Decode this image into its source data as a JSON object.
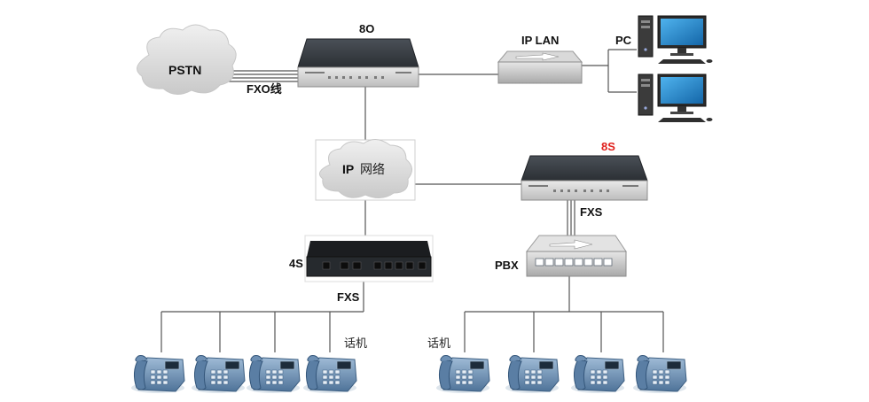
{
  "labels": {
    "pstn": "PSTN",
    "fxo_line": "FXO线",
    "gw_8o": "8O",
    "ip_lan": "IP LAN",
    "pc": "PC",
    "ip_network_ip": "IP",
    "ip_network_cn": "网络",
    "gw_8s": "8S",
    "fxs_top": "FXS",
    "gw_4s": "4S",
    "pbx": "PBX",
    "fxs_bottom": "FXS",
    "phone_left": "话机",
    "phone_right": "话机"
  },
  "colors": {
    "accent_red": "#e0201c",
    "monitor_screen": "#1f86c9",
    "cloud": "#dcdcdc",
    "device_dark": "#2e3338",
    "phone_blue": "#5f86ad"
  }
}
